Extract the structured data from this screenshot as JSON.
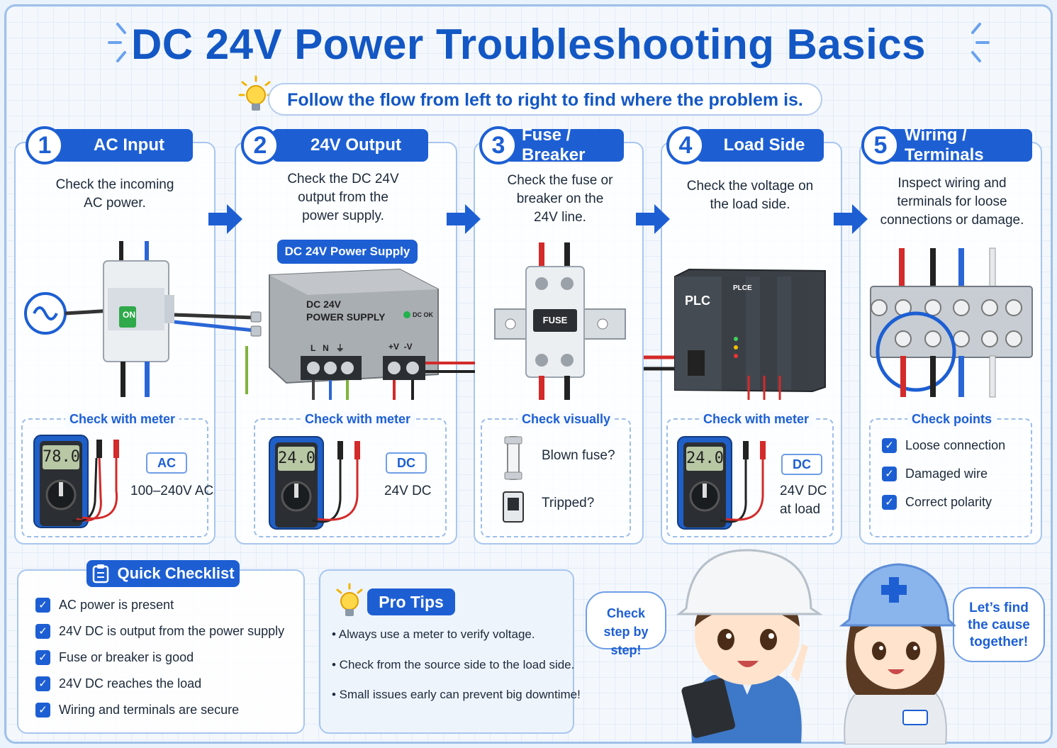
{
  "title": "DC 24V Power Troubleshooting Basics",
  "subtitle": "Follow the flow from left to right to find where the problem is.",
  "steps": [
    {
      "num": "1",
      "title": "AC Input",
      "desc_lines": [
        "Check the incoming",
        "AC power."
      ],
      "check_label": "Check with meter",
      "meter_display": "78.0",
      "mode": "AC",
      "reading": "100–240V AC",
      "switch_label": "ON"
    },
    {
      "num": "2",
      "title": "24V Output",
      "desc_lines": [
        "Check the DC 24V",
        "output from the",
        "power supply."
      ],
      "device_label": "DC 24V Power Supply",
      "psu_text_1": "DC 24V",
      "psu_text_2": "POWER SUPPLY",
      "psu_led": "DC OK",
      "psu_terminals": "L   N   ⏚",
      "psu_out": "+V  -V",
      "check_label": "Check with meter",
      "meter_display": "24.0",
      "mode": "DC",
      "reading": "24V DC"
    },
    {
      "num": "3",
      "title": "Fuse / Breaker",
      "desc_lines": [
        "Check the fuse or",
        "breaker on the",
        "24V line."
      ],
      "fuse_label": "FUSE",
      "check_label": "Check visually",
      "items": [
        "Blown fuse?",
        "Tripped?"
      ]
    },
    {
      "num": "4",
      "title": "Load Side",
      "desc_lines": [
        "Check the voltage on",
        "the load side."
      ],
      "plc_label": "PLC",
      "plc_module": "PLCE",
      "check_label": "Check with meter",
      "meter_display": "24.0",
      "mode": "DC",
      "reading_lines": [
        "24V DC",
        "at load"
      ]
    },
    {
      "num": "5",
      "title": "Wiring / Terminals",
      "desc_lines": [
        "Inspect wiring and",
        "terminals for loose",
        "connections or damage."
      ],
      "check_label": "Check points",
      "points": [
        "Loose connection",
        "Damaged wire",
        "Correct polarity"
      ]
    }
  ],
  "quick_checklist": {
    "title": "Quick Checklist",
    "items": [
      "AC power is present",
      "24V DC is output from the power supply",
      "Fuse or breaker is good",
      "24V DC reaches the load",
      "Wiring and terminals are secure"
    ]
  },
  "pro_tips": {
    "title": "Pro Tips",
    "items": [
      "• Always use a meter to verify voltage.",
      "• Check from the source side to the load side.",
      "• Small issues early can prevent big downtime!"
    ]
  },
  "bubbles": {
    "left_lines": [
      "Check",
      "step by step!"
    ],
    "right_lines": [
      "Let’s find",
      "the cause",
      "together!"
    ]
  },
  "colors": {
    "accent": "#1d5fd3",
    "title": "#1357c4",
    "wire_red": "#d32a2a",
    "wire_blue": "#2a66d6"
  }
}
